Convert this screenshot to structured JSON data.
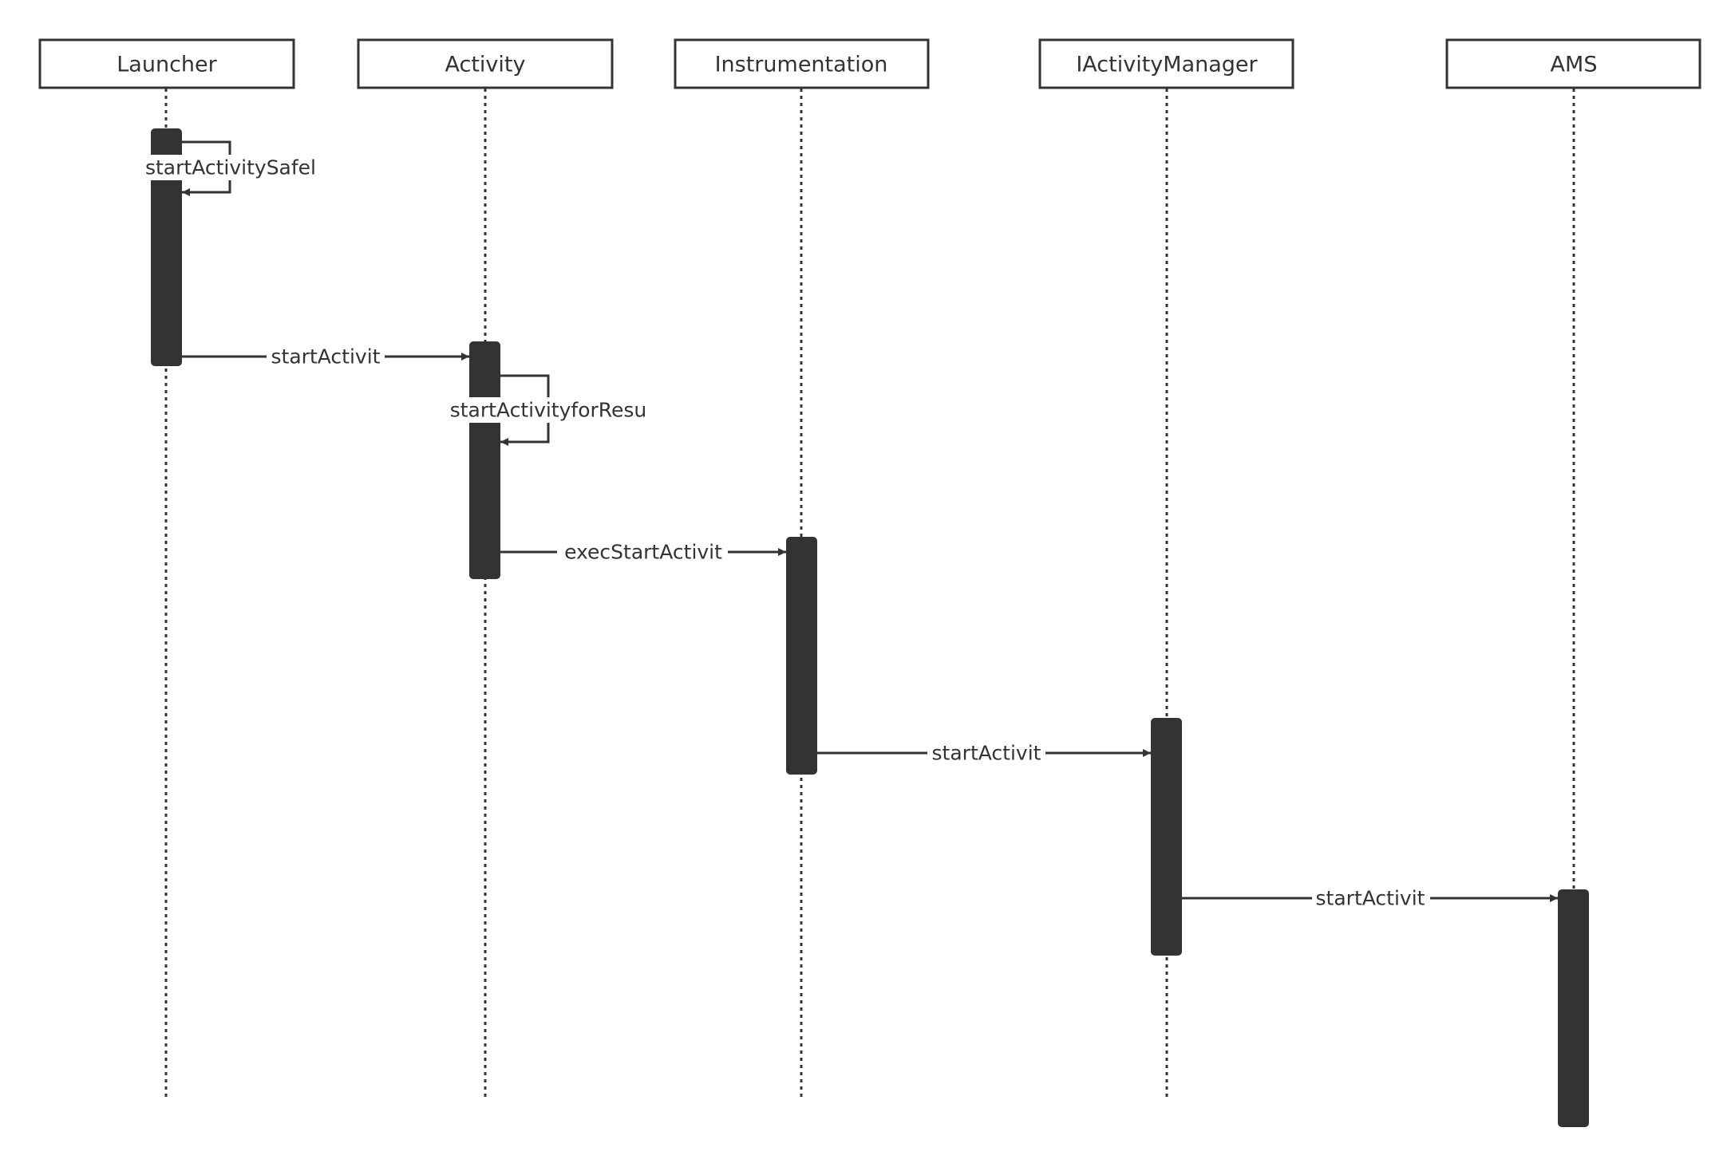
{
  "diagram": {
    "type": "sequence",
    "colors": {
      "line": "#333333",
      "background": "#ffffff",
      "activation": "#333333"
    },
    "participants": [
      {
        "id": "launcher",
        "label": "Launcher"
      },
      {
        "id": "activity",
        "label": "Activity"
      },
      {
        "id": "instrumentation",
        "label": "Instrumentation"
      },
      {
        "id": "iam",
        "label": "IActivityManager"
      },
      {
        "id": "ams",
        "label": "AMS"
      }
    ],
    "messages": [
      {
        "id": "m1",
        "from": "launcher",
        "to": "launcher",
        "label": "startActivitySafel"
      },
      {
        "id": "m2",
        "from": "launcher",
        "to": "activity",
        "label": "startActivit"
      },
      {
        "id": "m3",
        "from": "activity",
        "to": "activity",
        "label": "startActivityforResu"
      },
      {
        "id": "m4",
        "from": "activity",
        "to": "instrumentation",
        "label": "execStartActivit"
      },
      {
        "id": "m5",
        "from": "instrumentation",
        "to": "iam",
        "label": "startActivit"
      },
      {
        "id": "m6",
        "from": "iam",
        "to": "ams",
        "label": "startActivit"
      }
    ]
  }
}
